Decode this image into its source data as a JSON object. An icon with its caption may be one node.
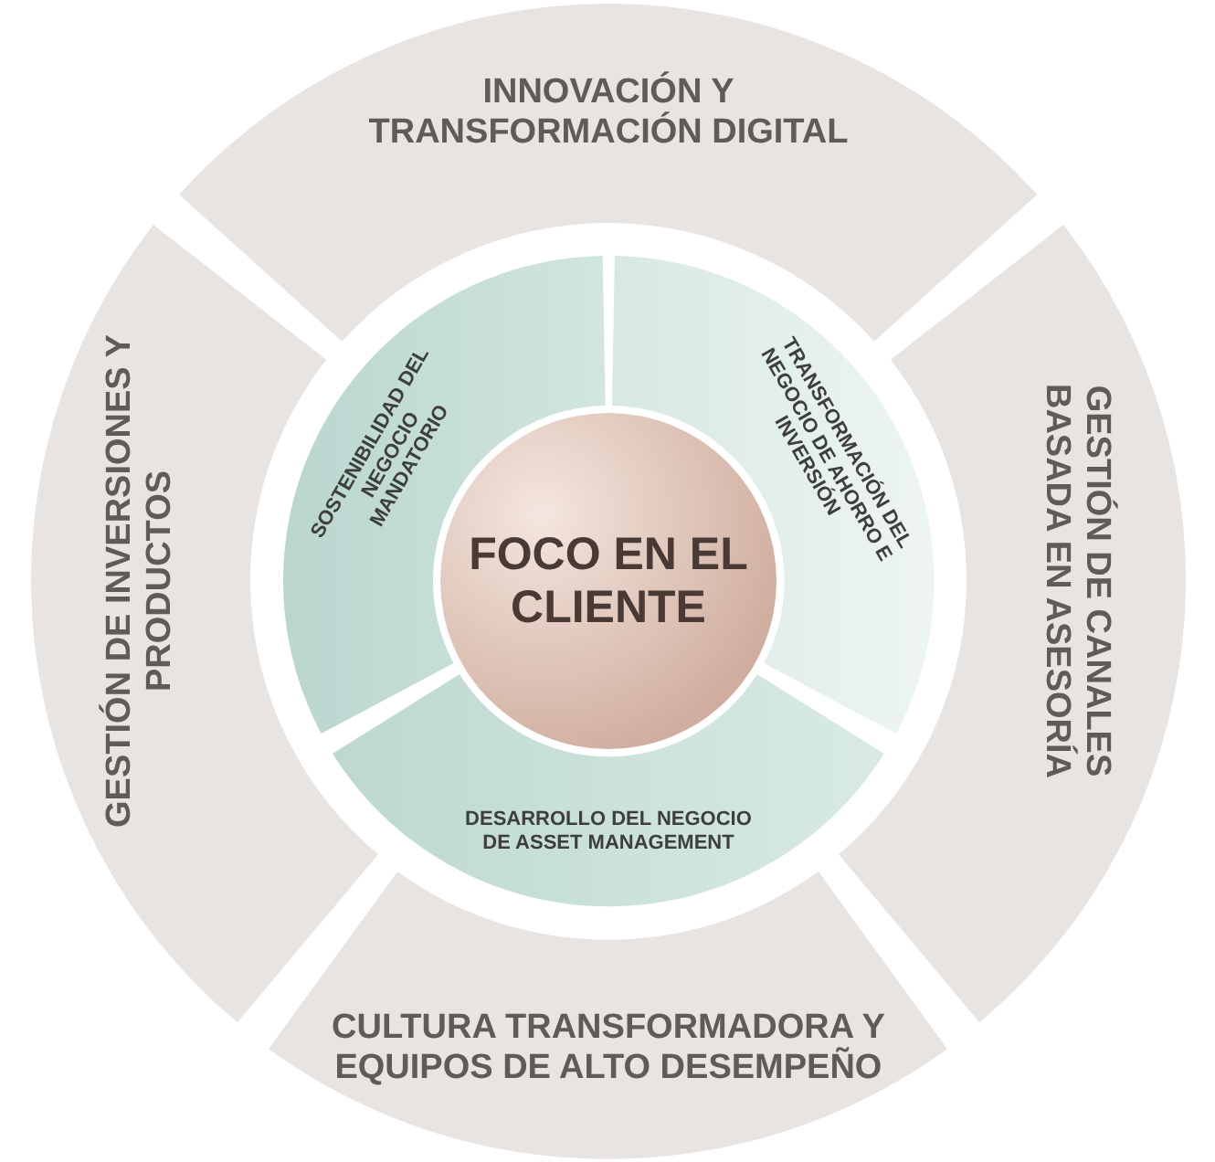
{
  "diagram": {
    "nodes": [
      {
        "text": [
          "INNOVACIÓN Y TRANSFORMACIÓN DIGITAL"
        ]
      },
      {
        "text": [
          "GESTIÓN DE CANALES BASADA EN ASESORÍA"
        ]
      },
      {
        "text": [
          "CULTURA TRANSFORMADORA Y EQUIPOS DE ALTO DESEMPEÑO"
        ]
      },
      {
        "text": [
          "GESTIÓN DE INVERSIONES Y PRODUCTOS"
        ]
      },
      {
        "text": [
          "SOSTENIBILIDAD DEL NEGOCIO MANDATORIO"
        ]
      },
      {
        "text": [
          "TRANSFORMACIÓN DEL NEGOCIO DE AHORRO E INVERSIÓN"
        ]
      },
      {
        "text": [
          "DESARROLLO DEL NEGOCIO DE ASSET MANAGEMENT"
        ]
      },
      {
        "text": [
          "FOCO EN EL CLIENTE"
        ]
      }
    ]
  }
}
